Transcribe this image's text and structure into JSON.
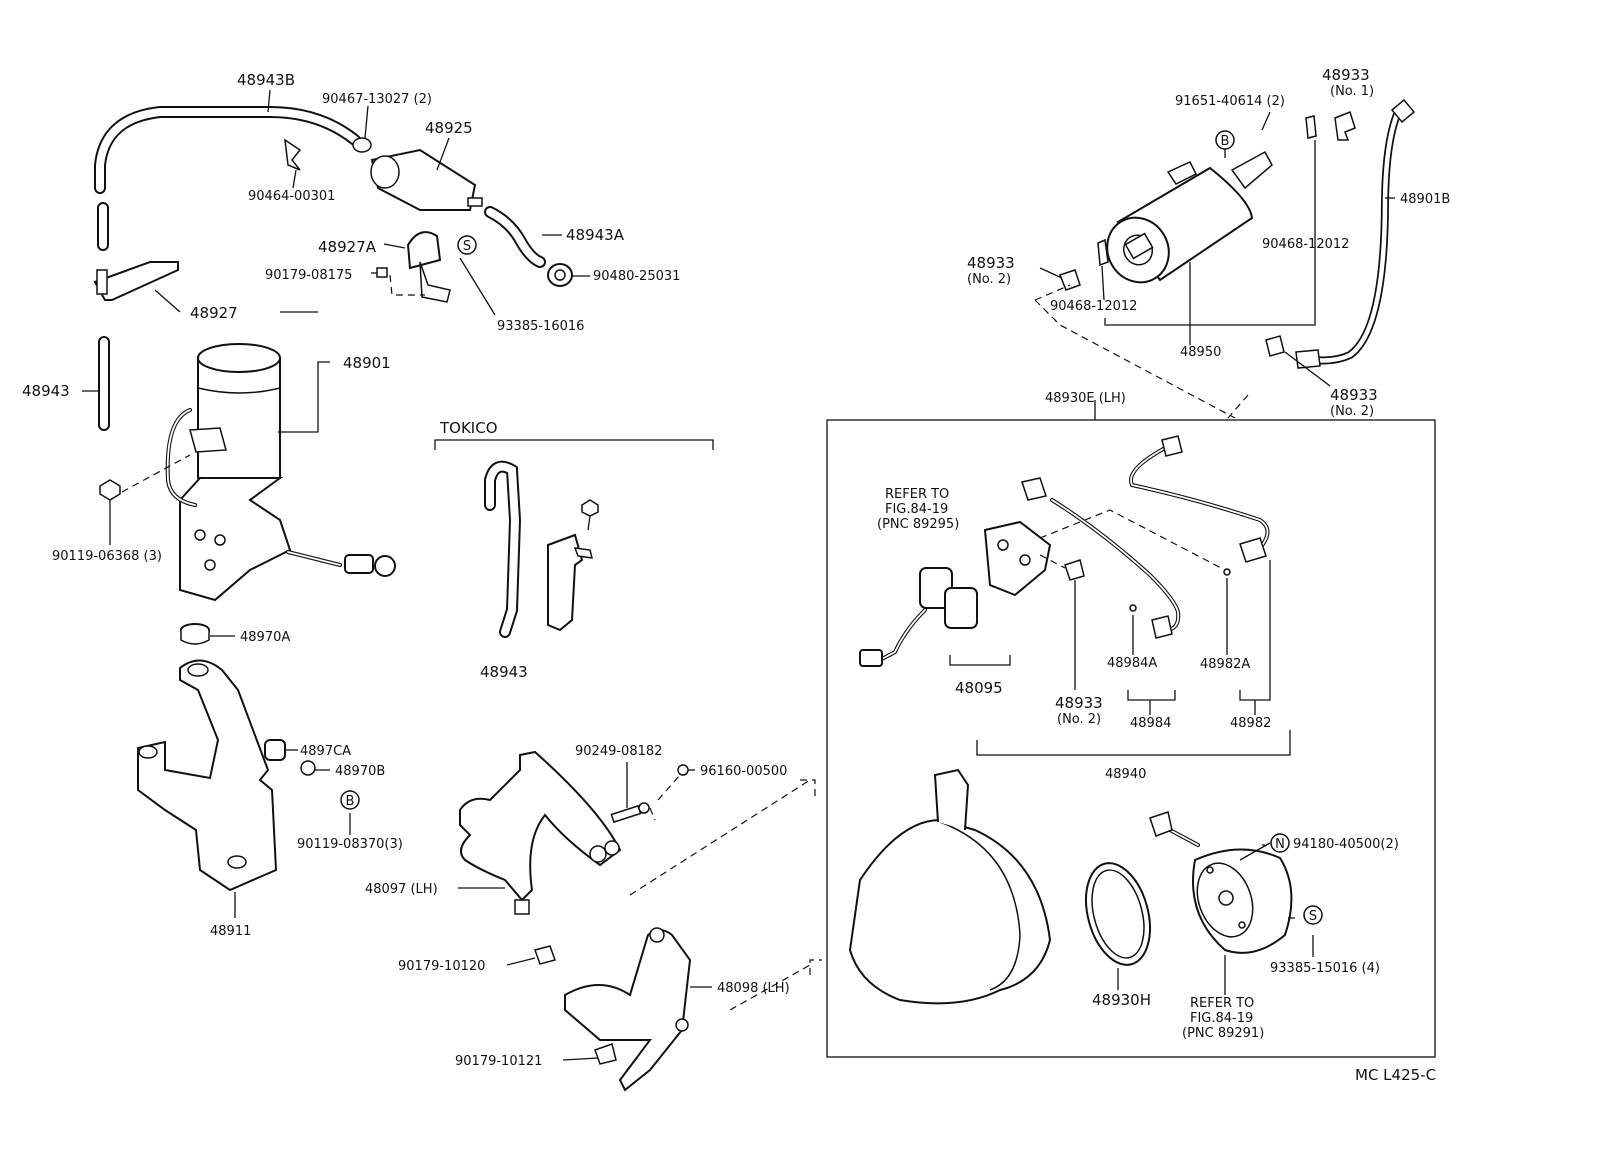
{
  "labels": {
    "p48943B": "48943B",
    "p90467": "90467-13027 (2)",
    "p48925": "48925",
    "p90464": "90464-00301",
    "p48927A": "48927A",
    "p90179_08175": "90179-08175",
    "p48943A": "48943A",
    "p90480": "90480-25031",
    "p93385_16016": "93385-16016",
    "p48927": "48927",
    "p48901": "48901",
    "p48943_left": "48943",
    "p90119_06368": "90119-06368 (3)",
    "p48970A": "48970A",
    "p4897CA": "4897CA",
    "p48970B": "48970B",
    "p90119_08370": "90119-08370(3)",
    "p48911": "48911",
    "tokico": "TOKICO",
    "p48943_tokico": "48943",
    "p90249": "90249-08182",
    "p96160": "96160-00500",
    "p48097": "48097 (LH)",
    "p90179_10120": "90179-10120",
    "p48098": "48098 (LH)",
    "p90179_10121": "90179-10121",
    "p91651": "91651-40614 (2)",
    "p48933_no1": "48933",
    "no1": "(No. 1)",
    "p48901B": "48901B",
    "p48933_left": "48933",
    "no2_left": "(No. 2)",
    "p90468_a": "90468-12012",
    "p90468_b": "90468-12012",
    "p48950": "48950",
    "p48933_right": "48933",
    "no2_right": "(No. 2)",
    "p48930E": "48930E (LH)",
    "refer1_a": "REFER TO",
    "refer1_b": "FIG.84-19",
    "refer1_c": "(PNC 89295)",
    "p48095": "48095",
    "p48933_mid": "48933",
    "no2_mid": "(No. 2)",
    "p48984A": "48984A",
    "p48984": "48984",
    "p48982A": "48982A",
    "p48982": "48982",
    "p48940": "48940",
    "p94180": "94180-40500(2)",
    "p93385_15016": "93385-15016 (4)",
    "p48930H": "48930H",
    "refer2_a": "REFER TO",
    "refer2_b": "FIG.84-19",
    "refer2_c": "(PNC 89291)",
    "mc_code": "MC  L425-C"
  },
  "markers": {
    "b_top": "B",
    "s_mid": "S",
    "b_left": "B",
    "n_right": "N",
    "s_right": "S"
  }
}
